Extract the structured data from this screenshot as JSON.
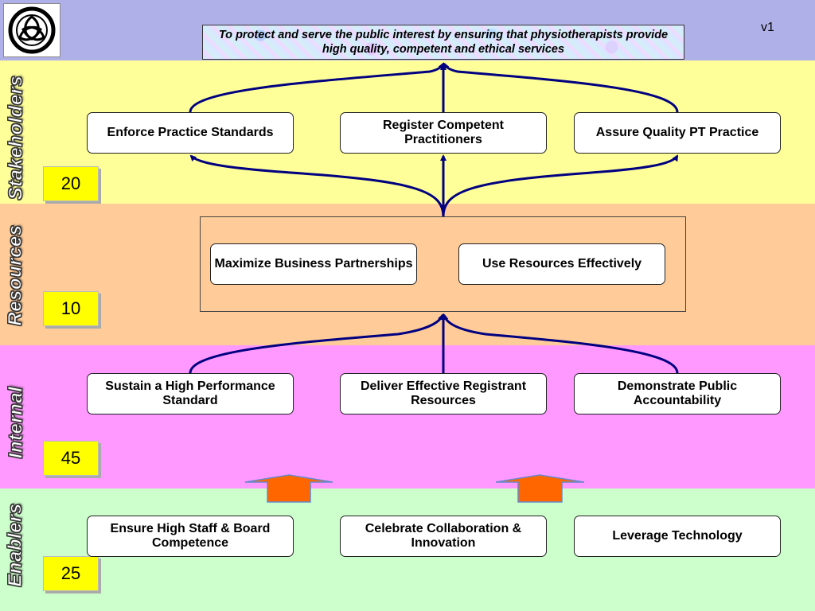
{
  "version_label": "v1",
  "mission": "To protect and serve the public interest by ensuring that physiotherapists provide high quality, competent and ethical services",
  "colors": {
    "top_band": "#b0b0e8",
    "stakeholders_band": "#ffff99",
    "resources_band": "#ffcc99",
    "internal_band": "#ff99ff",
    "enablers_band": "#ccffcc",
    "connector": "#000080",
    "up_arrow": "#ff6600",
    "weight_box": "#ffff00"
  },
  "perspectives": [
    {
      "name": "Stakeholders",
      "weight": "20",
      "objectives": [
        "Enforce Practice Standards",
        "Register Competent Practitioners",
        "Assure Quality PT Practice"
      ]
    },
    {
      "name": "Resources",
      "weight": "10",
      "objectives": [
        "Maximize Business Partnerships",
        "Use Resources Effectively"
      ]
    },
    {
      "name": "Internal",
      "weight": "45",
      "objectives": [
        "Sustain a High Performance Standard",
        "Deliver Effective Registrant Resources",
        "Demonstrate Public Accountability"
      ]
    },
    {
      "name": "Enablers",
      "weight": "25",
      "objectives": [
        "Ensure High Staff & Board Competence",
        "Celebrate Collaboration & Innovation",
        "Leverage Technology"
      ]
    }
  ],
  "icons": {
    "logo": "triquetra-logo-icon",
    "up_arrows": "block-up-arrow-icon"
  }
}
